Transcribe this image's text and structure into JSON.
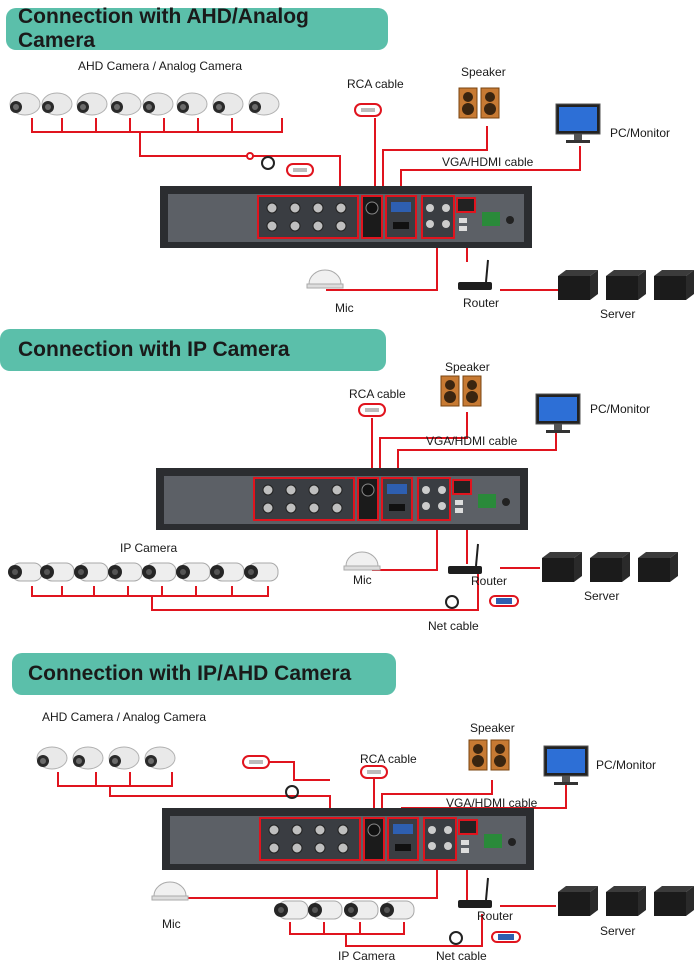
{
  "colors": {
    "banner": "#5bbfaa",
    "wire": "#e0141e",
    "dvr": "#2b2d30",
    "panel": "#5c6066"
  },
  "sections": [
    {
      "title": "Connection with AHD/Analog Camera",
      "labels": {
        "cameras": "AHD Camera / Analog Camera",
        "rca": "RCA cable",
        "speaker": "Speaker",
        "monitor": "PC/Monitor",
        "vga": "VGA/HDMI cable",
        "mic": "Mic",
        "router": "Router",
        "server": "Server"
      }
    },
    {
      "title": "Connection with IP Camera",
      "labels": {
        "rca": "RCA cable",
        "speaker": "Speaker",
        "monitor": "PC/Monitor",
        "vga": "VGA/HDMI cable",
        "ipcam": "IP Camera",
        "mic": "Mic",
        "router": "Router",
        "server": "Server",
        "net": "Net cable"
      }
    },
    {
      "title": "Connection with IP/AHD Camera",
      "labels": {
        "cameras": "AHD Camera / Analog Camera",
        "speaker": "Speaker",
        "rca": "RCA cable",
        "monitor": "PC/Monitor",
        "vga": "VGA/HDMI cable",
        "mic": "Mic",
        "router": "Router",
        "server": "Server",
        "ipcam": "IP Camera",
        "net": "Net cable"
      }
    }
  ]
}
